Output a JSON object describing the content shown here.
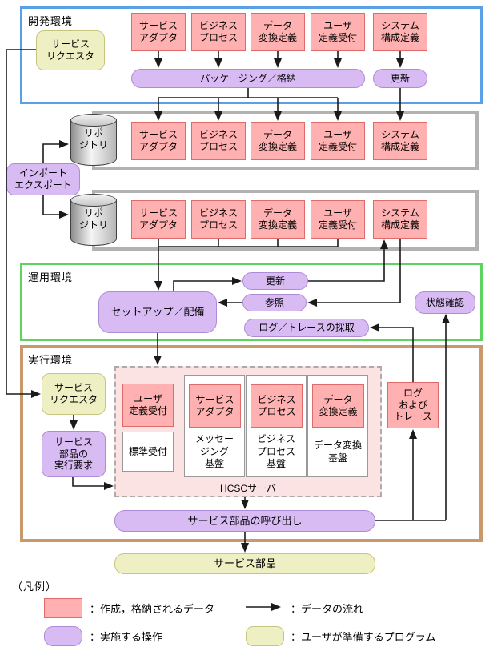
{
  "colors": {
    "data_box_fill": "#FFB0B0",
    "data_box_border": "#E06A6A",
    "operation_fill": "#D9BBF4",
    "operation_border": "#AD8BD6",
    "user_program_fill": "#EFEFC4",
    "user_program_border": "#C6C680",
    "dev_env_border": "#5AA0E6",
    "ops_env_border": "#5FD35F",
    "exec_env_border": "#C9996B",
    "repo_box_border": "#B2B2B2",
    "hcsc_box_fill": "#FBE3E3",
    "line_color": "#1A1A1A"
  },
  "dev_env": {
    "title": "開発環境",
    "service_requester": "サービス\nリクエスタ",
    "artifacts": [
      "サービス\nアダプタ",
      "ビジネス\nプロセス",
      "データ\n変換定義",
      "ユーザ\n定義受付",
      "システム\n構成定義"
    ],
    "packaging": "パッケージング／格納",
    "update": "更新"
  },
  "repo_row1": {
    "repository": "リポ\nジトリ",
    "artifacts": [
      "サービス\nアダプタ",
      "ビジネス\nプロセス",
      "データ\n変換定義",
      "ユーザ\n定義受付",
      "システム\n構成定義"
    ]
  },
  "import_export": {
    "label": "インポート\nエクスポート"
  },
  "repo_row2": {
    "repository": "リポ\nジトリ",
    "artifacts": [
      "サービス\nアダプタ",
      "ビジネス\nプロセス",
      "データ\n変換定義",
      "ユーザ\n定義受付",
      "システム\n構成定義"
    ]
  },
  "ops_env": {
    "title": "運用環境",
    "setup": "セットアップ／配備",
    "update": "更新",
    "reference": "参照",
    "log_trace_collection": "ログ／トレースの採取",
    "status_check": "状態確認"
  },
  "exec_env": {
    "title": "実行環境",
    "service_requester": "サービス\nリクエスタ",
    "execution_request": "サービス\n部品の\n実行要求",
    "hcsc": {
      "server_label": "HCSCサーバ",
      "user_def_reception": "ユーザ\n定義受付",
      "standard_reception": "標準受付",
      "columns": [
        {
          "artifact": "サービス\nアダプタ",
          "platform": "メッセー\nジング\n基盤"
        },
        {
          "artifact": "ビジネス\nプロセス",
          "platform": "ビジネス\nプロセス\n基盤"
        },
        {
          "artifact": "データ\n変換定義",
          "platform": "データ変換\n基盤"
        }
      ]
    },
    "log_and_trace": "ログ\nおよび\nトレース",
    "service_call": "サービス部品の呼び出し"
  },
  "service_component": {
    "label": "サービス部品"
  },
  "legend": {
    "title": "（凡例）",
    "data_label": "：作成，格納されるデータ",
    "operation_label": "：実施する操作",
    "flow_label": "：データの流れ",
    "user_program_label": "：ユーザが準備するプログラム"
  }
}
